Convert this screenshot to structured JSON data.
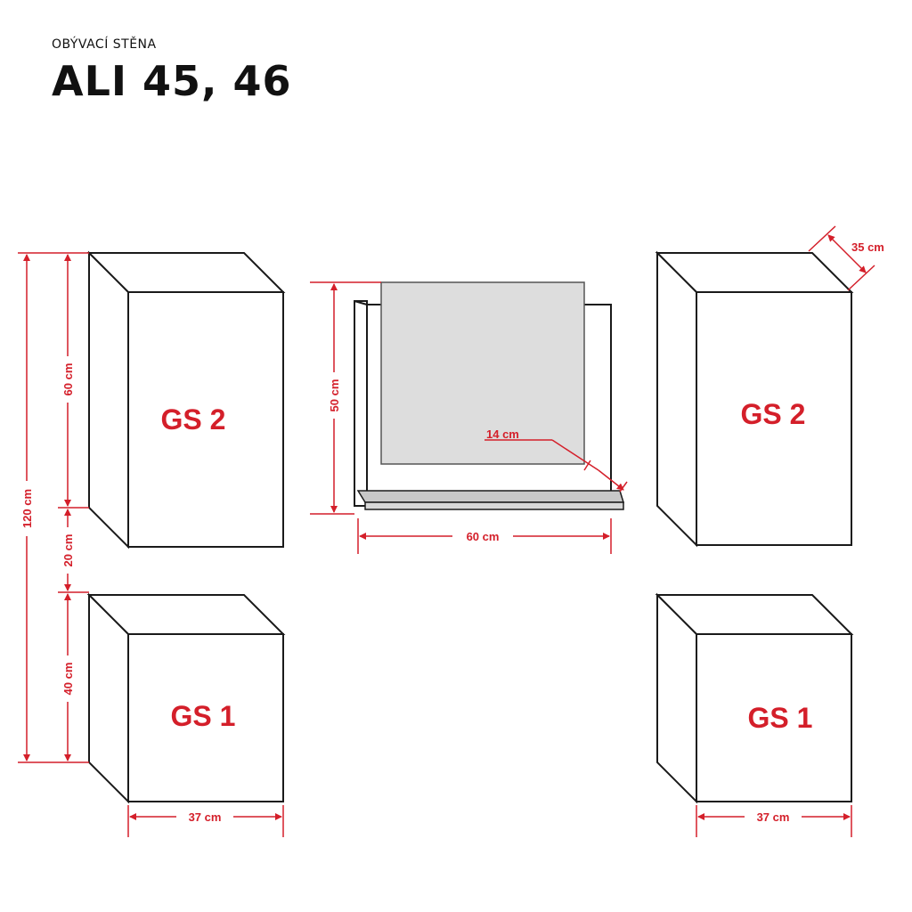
{
  "header": {
    "subtitle": "OBÝVACÍ STĚNA",
    "title": "ALI 45, 46"
  },
  "colors": {
    "accent": "#d41f2a",
    "outline": "#1a1a1a",
    "shelf": "#c8c8c8",
    "panel": "#dddddd"
  },
  "left_column": {
    "upper_label": "GS 2",
    "lower_label": "GS 1",
    "dim_total": "120 cm",
    "dim_upper": "60 cm",
    "dim_gap": "20 cm",
    "dim_lower": "40 cm",
    "dim_width": "37 cm"
  },
  "center_shelf": {
    "dim_height": "50 cm",
    "dim_depth": "14 cm",
    "dim_width": "60 cm"
  },
  "right_column": {
    "upper_label": "GS 2",
    "lower_label": "GS 1",
    "dim_depth": "35 cm",
    "dim_width": "37 cm"
  }
}
